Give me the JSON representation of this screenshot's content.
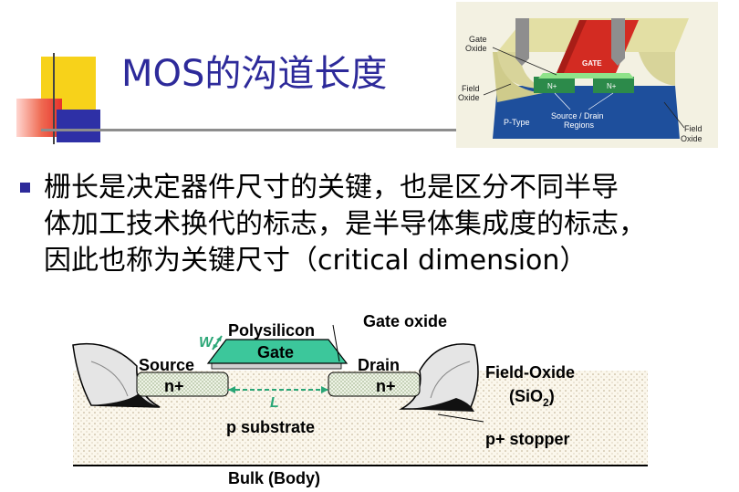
{
  "slide": {
    "title": "MOS的沟道长度",
    "bullet_lines": [
      "栅长是决定器件尺寸的关键，也是区分不同半导",
      "体加工技术换代的标志，是半导体集成度的标志，",
      "因此也称为关键尺寸（critical dimension）"
    ]
  },
  "top_diagram": {
    "labels": {
      "gate_oxide": [
        "Gate",
        "Oxide"
      ],
      "gate": "GATE",
      "field_oxide_left": [
        "Field",
        "Oxide"
      ],
      "n_plus_left": "N+",
      "n_plus_right": "N+",
      "source_drain": [
        "Source / Drain",
        "Regions"
      ],
      "p_type": "P-Type",
      "field_oxide_right": [
        "Field",
        "Oxide"
      ]
    }
  },
  "mos_diagram": {
    "labels": {
      "polysilicon": "Polysilicon",
      "gate": "Gate",
      "gate_oxide": "Gate oxide",
      "w": "W",
      "source": "Source",
      "drain": "Drain",
      "n_plus_left": "n+",
      "n_plus_right": "n+",
      "l": "L",
      "field_oxide": "Field-Oxide",
      "sio2_open": "(SiO",
      "sio2_sub": "2",
      "sio2_close": ")",
      "p_substrate": "p substrate",
      "p_stopper": "p+ stopper",
      "bulk": "Bulk (Body)"
    }
  },
  "colors": {
    "title": "#2d2a9a",
    "deco_yellow": "#f7d21a",
    "deco_red": "#e8322b",
    "deco_blue": "#2e30a6",
    "gate_green": "#3cc79b",
    "arrow_green": "#2aa676"
  }
}
